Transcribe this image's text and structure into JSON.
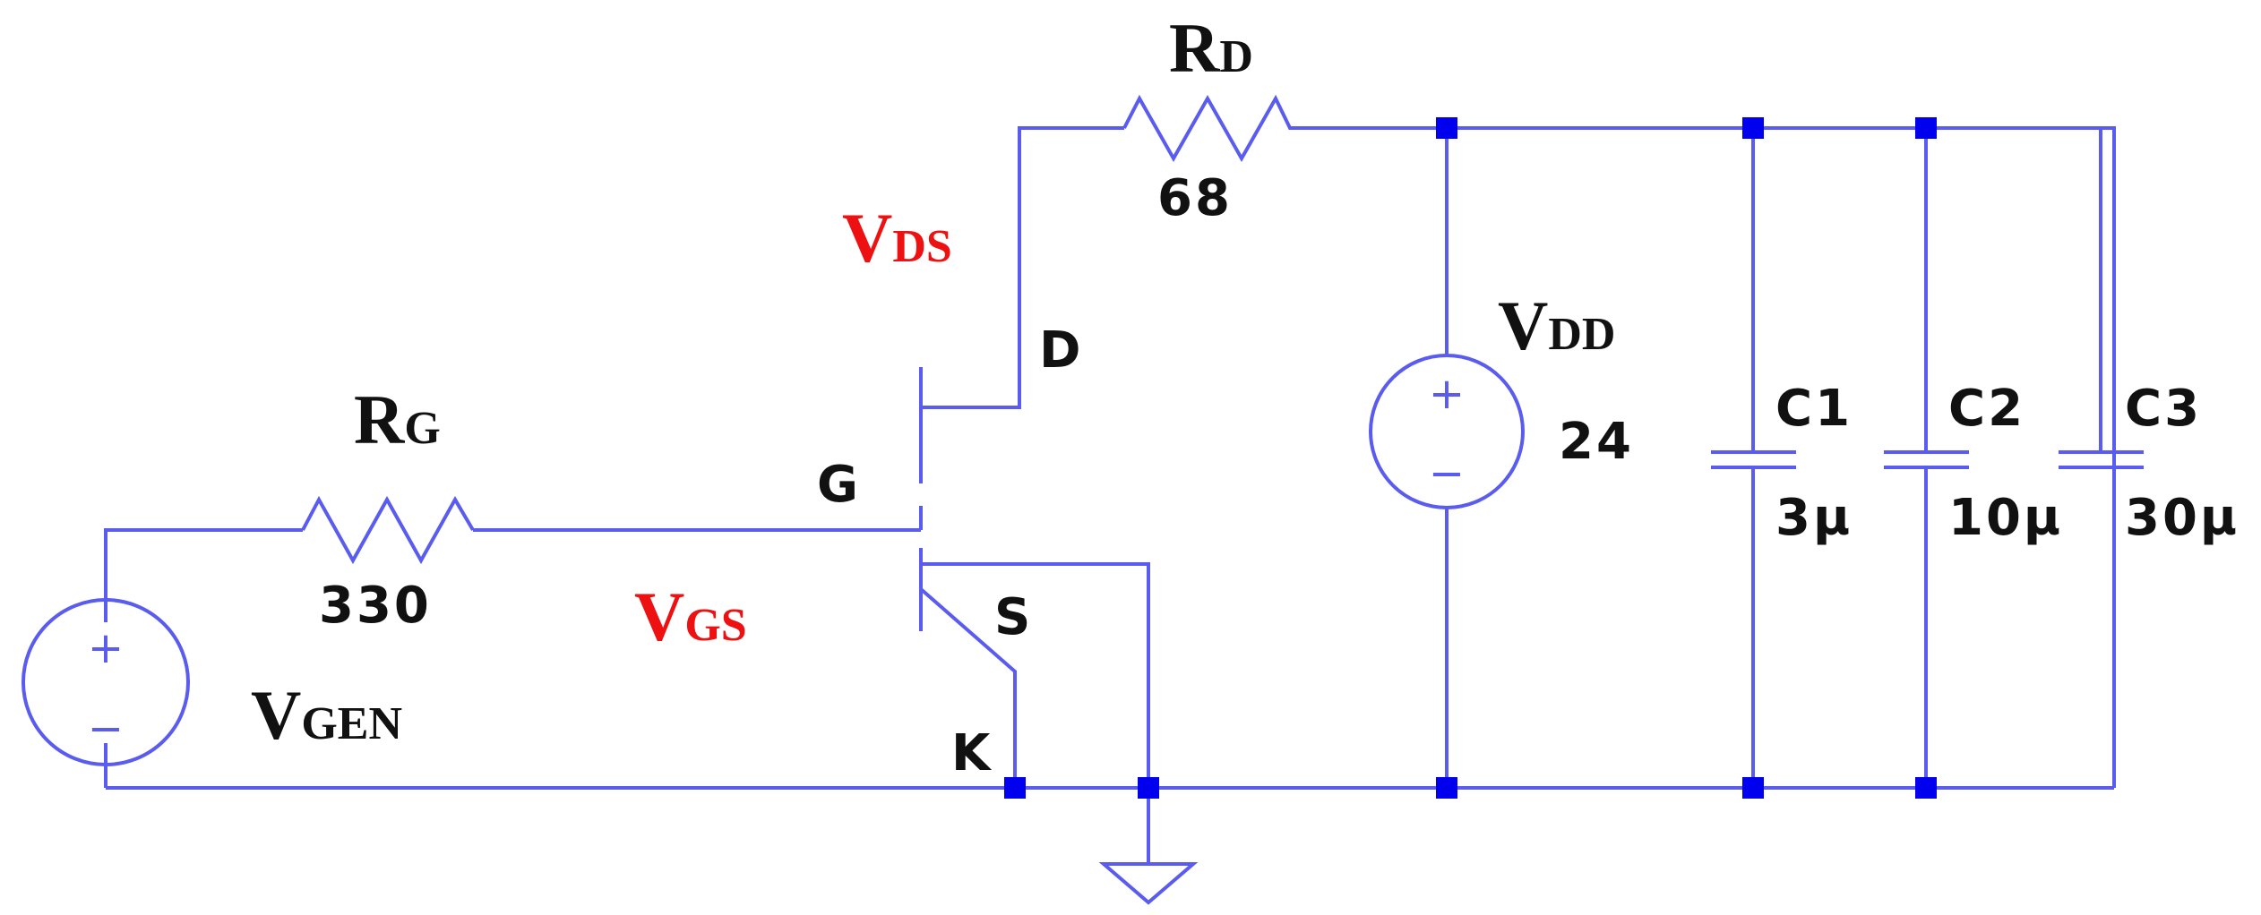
{
  "labels": {
    "rd": {
      "main": "R",
      "sub": "D"
    },
    "rd_value": "68",
    "rg": {
      "main": "R",
      "sub": "G"
    },
    "rg_value": "330",
    "vds": {
      "main": "V",
      "sub": "DS"
    },
    "vgs": {
      "main": "V",
      "sub": "GS"
    },
    "vdd": {
      "main": "V",
      "sub": "DD"
    },
    "vdd_value": "24",
    "vgen": {
      "main": "V",
      "sub": "GEN"
    },
    "pin_d": "D",
    "pin_g": "G",
    "pin_s": "S",
    "pin_k": "K",
    "c1_name": "C1",
    "c1_value": "3µ",
    "c2_name": "C2",
    "c2_value": "10µ",
    "c3_name": "C3",
    "c3_value": "30µ",
    "plus": "+",
    "minus": "−"
  },
  "colors": {
    "wire": "#5a5cf0",
    "node": "#0000ee",
    "annotation_red": "#ee1111",
    "text": "#111111"
  }
}
